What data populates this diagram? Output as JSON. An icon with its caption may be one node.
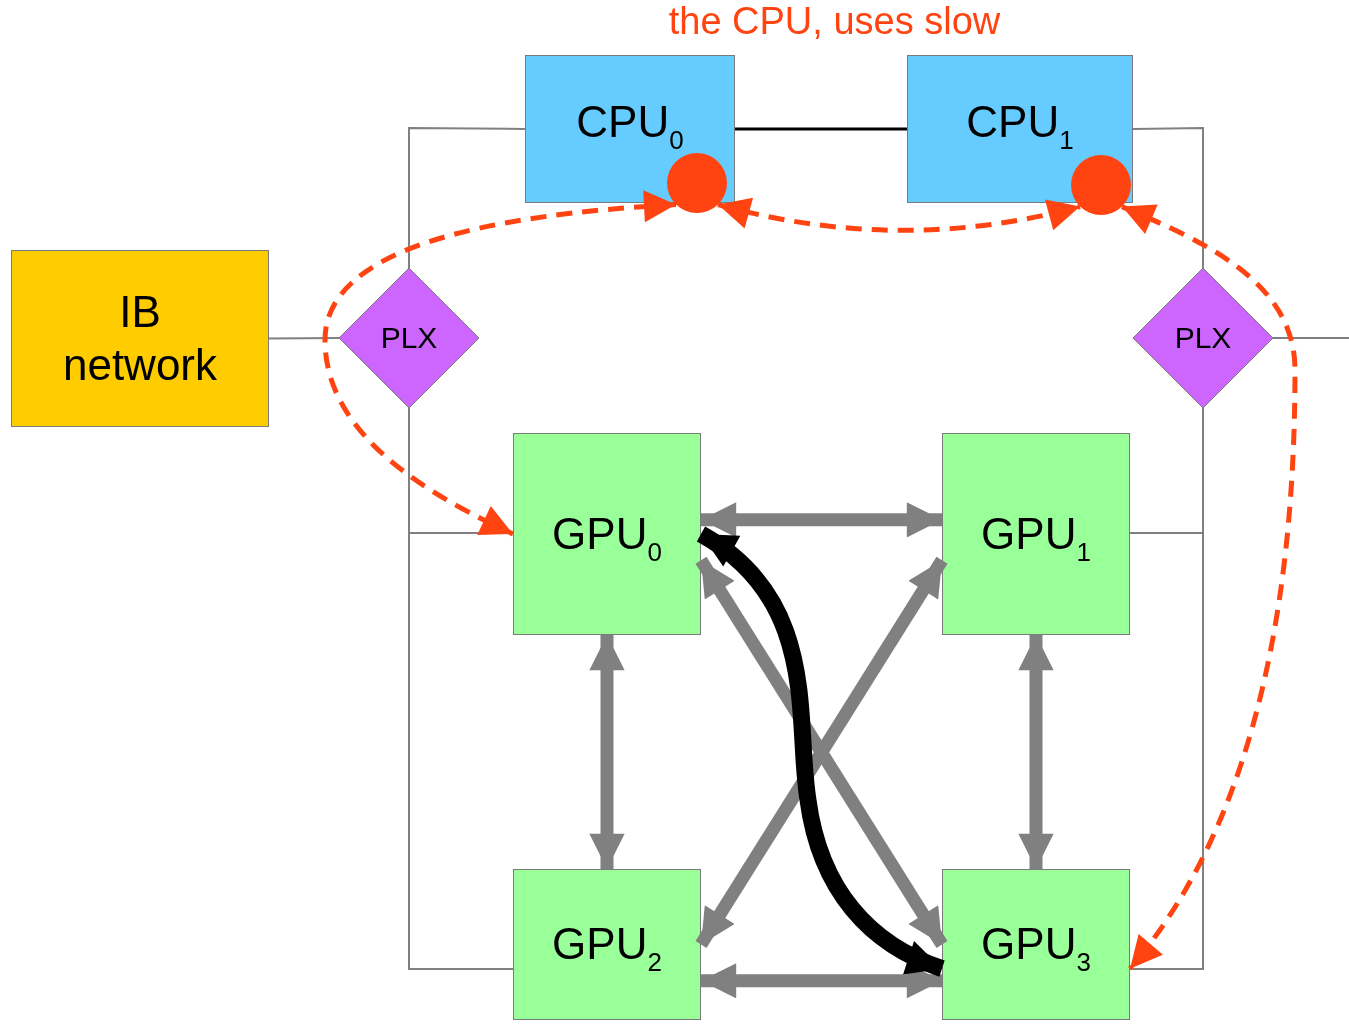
{
  "diagram": {
    "title": "the CPU, uses slow",
    "nodes": [
      {
        "text": [
          "IB network"
        ]
      },
      {
        "text": [
          "CPU$_{0}$"
        ]
      },
      {
        "text": [
          "CPU$_{1}$"
        ]
      },
      {
        "text": [
          "PLX"
        ]
      },
      {
        "text": [
          "PLX"
        ]
      },
      {
        "text": [
          "GPU$_{0}$"
        ]
      },
      {
        "text": [
          "GPU$_{1}$"
        ]
      },
      {
        "text": [
          "GPU$_{2}$"
        ]
      },
      {
        "text": [
          "GPU$_{3}$"
        ]
      },
      {
        "text": [],
        "shape": "circle"
      },
      {
        "text": [],
        "shape": "circle"
      }
    ],
    "edges": [
      {
        "from": 0,
        "to": 3,
        "arrow": "none"
      },
      {
        "from": 3,
        "to": 1,
        "arrow": "none"
      },
      {
        "from": 3,
        "to": 5,
        "arrow": "none"
      },
      {
        "from": 3,
        "to": 7,
        "arrow": "none"
      },
      {
        "from": 1,
        "to": 2,
        "arrow": "none",
        "color": "#000000"
      },
      {
        "from": 4,
        "to": 2,
        "arrow": "none"
      },
      {
        "from": 4,
        "to": 6,
        "arrow": "none"
      },
      {
        "from": 4,
        "to": 8,
        "arrow": "none"
      },
      {
        "from": 4,
        "to": null,
        "arrow": "none"
      },
      {
        "from": 5,
        "to": 6,
        "arrow": "both",
        "style": "thick"
      },
      {
        "from": 5,
        "to": 7,
        "arrow": "both",
        "style": "thick"
      },
      {
        "from": 6,
        "to": 8,
        "arrow": "both",
        "style": "thick"
      },
      {
        "from": 7,
        "to": 8,
        "arrow": "both",
        "style": "thick"
      },
      {
        "from": 5,
        "to": 8,
        "arrow": "both",
        "style": "thick"
      },
      {
        "from": 6,
        "to": 7,
        "arrow": "both",
        "style": "thick"
      },
      {
        "from": 5,
        "to": 8,
        "arrow": "both",
        "style": "thick",
        "color": "#000000"
      },
      {
        "from": 9,
        "to": 5,
        "arrow": "both",
        "style": "dashed",
        "color": "#ff4411"
      },
      {
        "from": 9,
        "to": 10,
        "arrow": "both",
        "style": "dashed",
        "color": "#ff4411"
      },
      {
        "from": 10,
        "to": 8,
        "arrow": "both",
        "style": "dashed",
        "color": "#ff4411"
      }
    ]
  }
}
